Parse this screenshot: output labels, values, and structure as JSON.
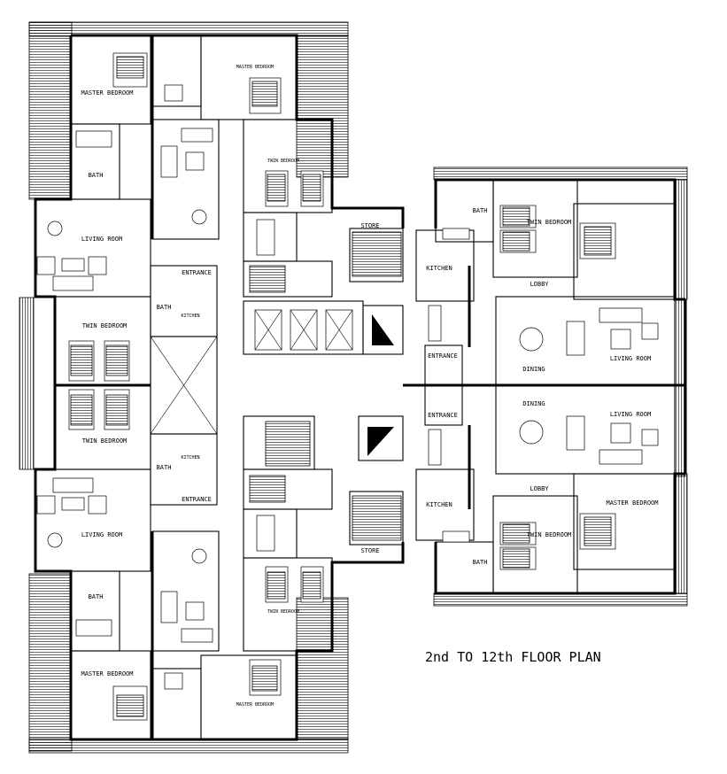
{
  "plan": {
    "title": "2nd TO 12th FLOOR PLAN",
    "rooms": {
      "master_bedroom_nw": "MASTER BEDROOM",
      "master_bedroom_nw_small": "MASTER BEDROOM",
      "twin_bedroom_n": "TWIN BEDROOM",
      "bath_nw": "BATH",
      "living_room_w1": "LIVING ROOM",
      "entrance_w1": "ENTRANCE",
      "bath_w1": "BATH",
      "kitchen_w1": "KITCHEN",
      "twin_bedroom_w1": "TWIN BEDROOM",
      "twin_bedroom_w2": "TWIN BEDROOM",
      "bath_w2": "BATH",
      "kitchen_w2": "KITCHEN",
      "entrance_w2": "ENTRANCE",
      "living_room_w2": "LIVING ROOM",
      "bath_sw": "BATH",
      "master_bedroom_sw": "MASTER BEDROOM",
      "master_bedroom_sw_small": "MASTER BEDROOM",
      "twin_bedroom_s": "TWIN BEDROOM",
      "store_n": "STORE",
      "kitchen_e1": "KITCHEN",
      "bath_e1": "BATH",
      "twin_bedroom_e1": "TWIN BEDROOM",
      "lobby_e1": "LOBBY",
      "dining_e1": "DINING",
      "living_room_e1": "LIVING ROOM",
      "entrance_e1": "ENTRANCE",
      "entrance_e2": "ENTRANCE",
      "dining_e2": "DINING",
      "living_room_e2": "LIVING ROOM",
      "lobby_e2": "LOBBY",
      "master_bedroom_e2": "MASTER BEDROOM",
      "twin_bedroom_e2": "TWIN BEDROOM",
      "kitchen_e2": "KITCHEN",
      "bath_e2": "BATH",
      "store_s": "STORE"
    }
  }
}
